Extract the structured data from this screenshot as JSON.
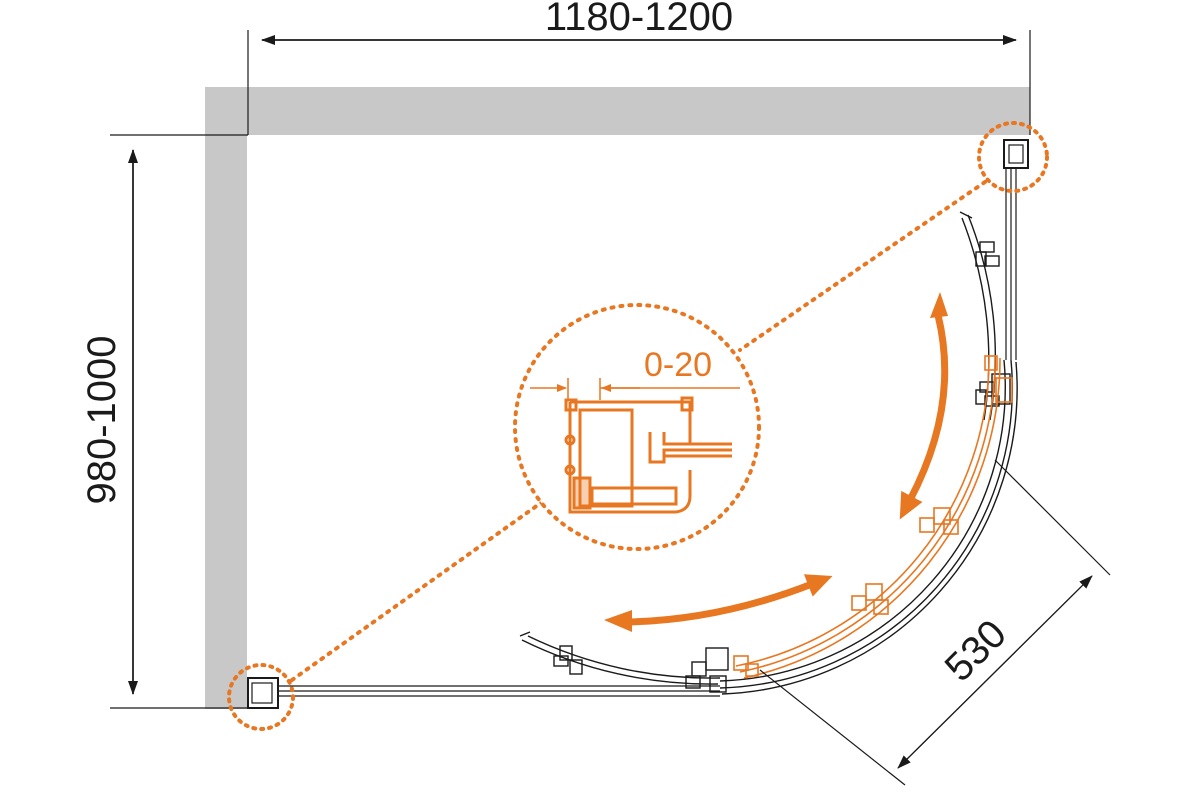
{
  "dimensions": {
    "width_label": "1180-1200",
    "depth_label": "980-1000",
    "door_label": "530",
    "adjust_label": "0-20"
  },
  "colors": {
    "wall": "#c8c8c8",
    "line": "#1a1a1a",
    "accent": "#e87722",
    "background": "#ffffff"
  },
  "icons": {
    "door_slide_arrow": "curved-double-arrow",
    "detail_callout": "dotted-circle-magnifier"
  }
}
